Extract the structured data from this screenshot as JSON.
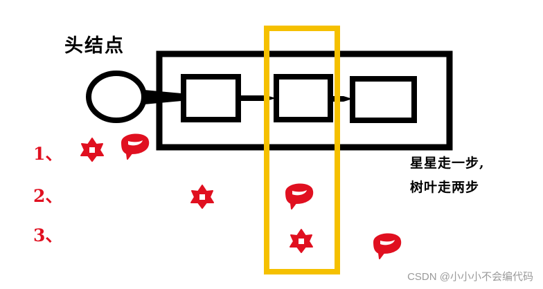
{
  "diagram": {
    "head_node_label": "头结点",
    "steps": [
      "1、",
      "2、",
      "3、"
    ],
    "note_lines": [
      "星星走一步,",
      "树叶走两步"
    ],
    "colors": {
      "outline": "#000000",
      "highlight": "#f5c000",
      "marker": "#e01020"
    },
    "icons": {
      "star": "star-icon",
      "leaf": "leaf-icon"
    }
  },
  "watermark": "CSDN @小小小不会编代码"
}
